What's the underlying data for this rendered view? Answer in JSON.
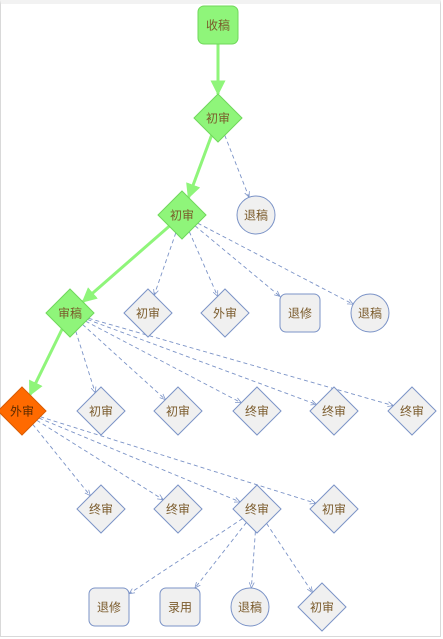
{
  "colors": {
    "active_fill": "#8ff57a",
    "active_stroke": "#6fd85a",
    "current_fill": "#ff6a00",
    "current_stroke": "#d95a00",
    "idle_fill": "#f0f0f0",
    "idle_stroke": "#7b93c7",
    "active_edge": "#8ff57a",
    "idle_edge": "#7b93c7",
    "label": "#7a5a2a"
  },
  "nodes": [
    {
      "id": "n0",
      "label": "收稿",
      "shape": "rounded",
      "state": "active"
    },
    {
      "id": "n1",
      "label": "初审",
      "shape": "diamond",
      "state": "active"
    },
    {
      "id": "n2",
      "label": "退稿",
      "shape": "circle",
      "state": "idle"
    },
    {
      "id": "n3",
      "label": "初审",
      "shape": "diamond",
      "state": "active"
    },
    {
      "id": "n4",
      "label": "审稿",
      "shape": "diamond",
      "state": "active"
    },
    {
      "id": "n5",
      "label": "初审",
      "shape": "diamond",
      "state": "idle"
    },
    {
      "id": "n6",
      "label": "外审",
      "shape": "diamond",
      "state": "idle"
    },
    {
      "id": "n7",
      "label": "退修",
      "shape": "rounded",
      "state": "idle"
    },
    {
      "id": "n8",
      "label": "退稿",
      "shape": "circle",
      "state": "idle"
    },
    {
      "id": "n9",
      "label": "外审",
      "shape": "diamond",
      "state": "current"
    },
    {
      "id": "n10",
      "label": "初审",
      "shape": "diamond",
      "state": "idle"
    },
    {
      "id": "n11",
      "label": "初审",
      "shape": "diamond",
      "state": "idle"
    },
    {
      "id": "n12",
      "label": "终审",
      "shape": "diamond",
      "state": "idle"
    },
    {
      "id": "n13",
      "label": "终审",
      "shape": "diamond",
      "state": "idle"
    },
    {
      "id": "n14",
      "label": "终审",
      "shape": "diamond",
      "state": "idle"
    },
    {
      "id": "n15",
      "label": "终审",
      "shape": "diamond",
      "state": "idle"
    },
    {
      "id": "n16",
      "label": "终审",
      "shape": "diamond",
      "state": "idle"
    },
    {
      "id": "n17",
      "label": "终审",
      "shape": "diamond",
      "state": "idle"
    },
    {
      "id": "n18",
      "label": "初审",
      "shape": "diamond",
      "state": "idle"
    },
    {
      "id": "n19",
      "label": "退修",
      "shape": "rounded",
      "state": "idle"
    },
    {
      "id": "n20",
      "label": "录用",
      "shape": "rounded",
      "state": "idle"
    },
    {
      "id": "n21",
      "label": "退稿",
      "shape": "circle",
      "state": "idle"
    },
    {
      "id": "n22",
      "label": "初审",
      "shape": "diamond",
      "state": "idle"
    }
  ],
  "edges": [
    {
      "from": "n0",
      "to": "n1",
      "state": "active"
    },
    {
      "from": "n1",
      "to": "n3",
      "state": "active"
    },
    {
      "from": "n3",
      "to": "n4",
      "state": "active"
    },
    {
      "from": "n4",
      "to": "n9",
      "state": "active"
    },
    {
      "from": "n1",
      "to": "n2",
      "state": "idle"
    },
    {
      "from": "n3",
      "to": "n5",
      "state": "idle"
    },
    {
      "from": "n3",
      "to": "n6",
      "state": "idle"
    },
    {
      "from": "n3",
      "to": "n7",
      "state": "idle"
    },
    {
      "from": "n3",
      "to": "n8",
      "state": "idle"
    },
    {
      "from": "n4",
      "to": "n10",
      "state": "idle"
    },
    {
      "from": "n4",
      "to": "n11",
      "state": "idle"
    },
    {
      "from": "n4",
      "to": "n12",
      "state": "idle"
    },
    {
      "from": "n4",
      "to": "n13",
      "state": "idle"
    },
    {
      "from": "n4",
      "to": "n14",
      "state": "idle"
    },
    {
      "from": "n9",
      "to": "n15",
      "state": "idle"
    },
    {
      "from": "n9",
      "to": "n16",
      "state": "idle"
    },
    {
      "from": "n9",
      "to": "n17",
      "state": "idle"
    },
    {
      "from": "n9",
      "to": "n18",
      "state": "idle"
    },
    {
      "from": "n17",
      "to": "n19",
      "state": "idle"
    },
    {
      "from": "n17",
      "to": "n20",
      "state": "idle"
    },
    {
      "from": "n17",
      "to": "n21",
      "state": "idle"
    },
    {
      "from": "n17",
      "to": "n22",
      "state": "idle"
    }
  ]
}
